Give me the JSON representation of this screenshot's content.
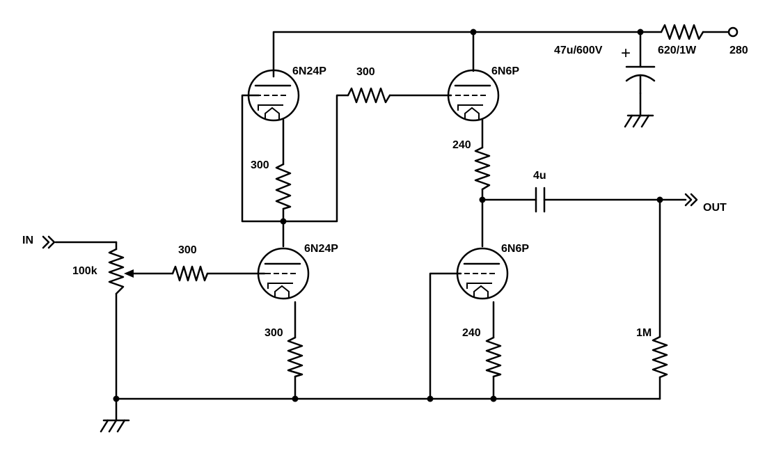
{
  "labels": {
    "in": "IN",
    "out": "OUT",
    "supply_voltage": "280",
    "pot": "100k",
    "r_grid_in": "300",
    "r_cathode_v1": "300",
    "r_v1_v2": "300",
    "r_grid_v3": "300",
    "r_top": "240",
    "r_bottom": "240",
    "r_load": "1M",
    "r_supply": "620/1W",
    "cap_supply": "47u/600V",
    "cap_coupling": "4u",
    "cap_plus": "+"
  },
  "tubes": {
    "v1": "6N24P",
    "v2": "6N24P",
    "v3": "6N6P",
    "v4": "6N6P"
  },
  "colors": {
    "ink": "#000000",
    "background": "#ffffff"
  }
}
